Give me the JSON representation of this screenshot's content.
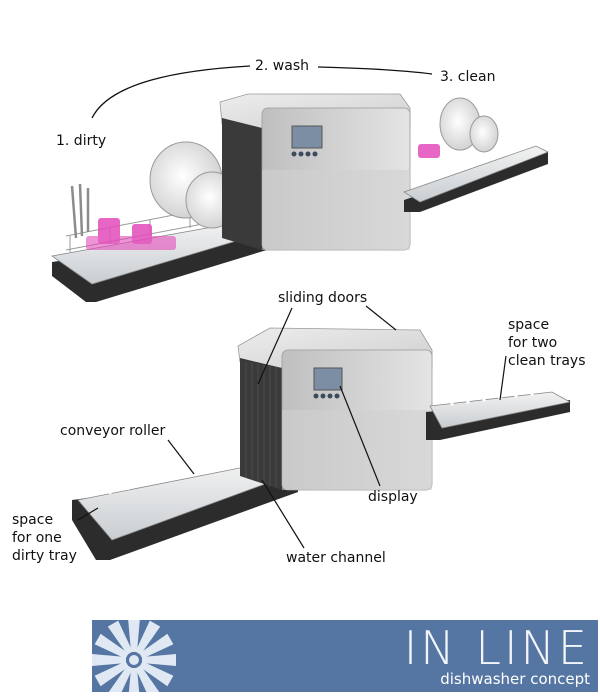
{
  "steps": {
    "dirty": "1. dirty",
    "wash": "2. wash",
    "clean": "3. clean"
  },
  "labels": {
    "sliding_doors": "sliding doors",
    "space_clean": [
      "space",
      "for two",
      "clean trays"
    ],
    "conveyor_roller": "conveyor roller",
    "display": "display",
    "space_dirty": [
      "space",
      "for one",
      "dirty tray"
    ],
    "water_channel": "water channel"
  },
  "banner": {
    "title": "IN LINE",
    "subtitle": "dishwasher concept",
    "color": "#5576a2"
  },
  "icons": [
    "sunburst-logo-icon"
  ]
}
